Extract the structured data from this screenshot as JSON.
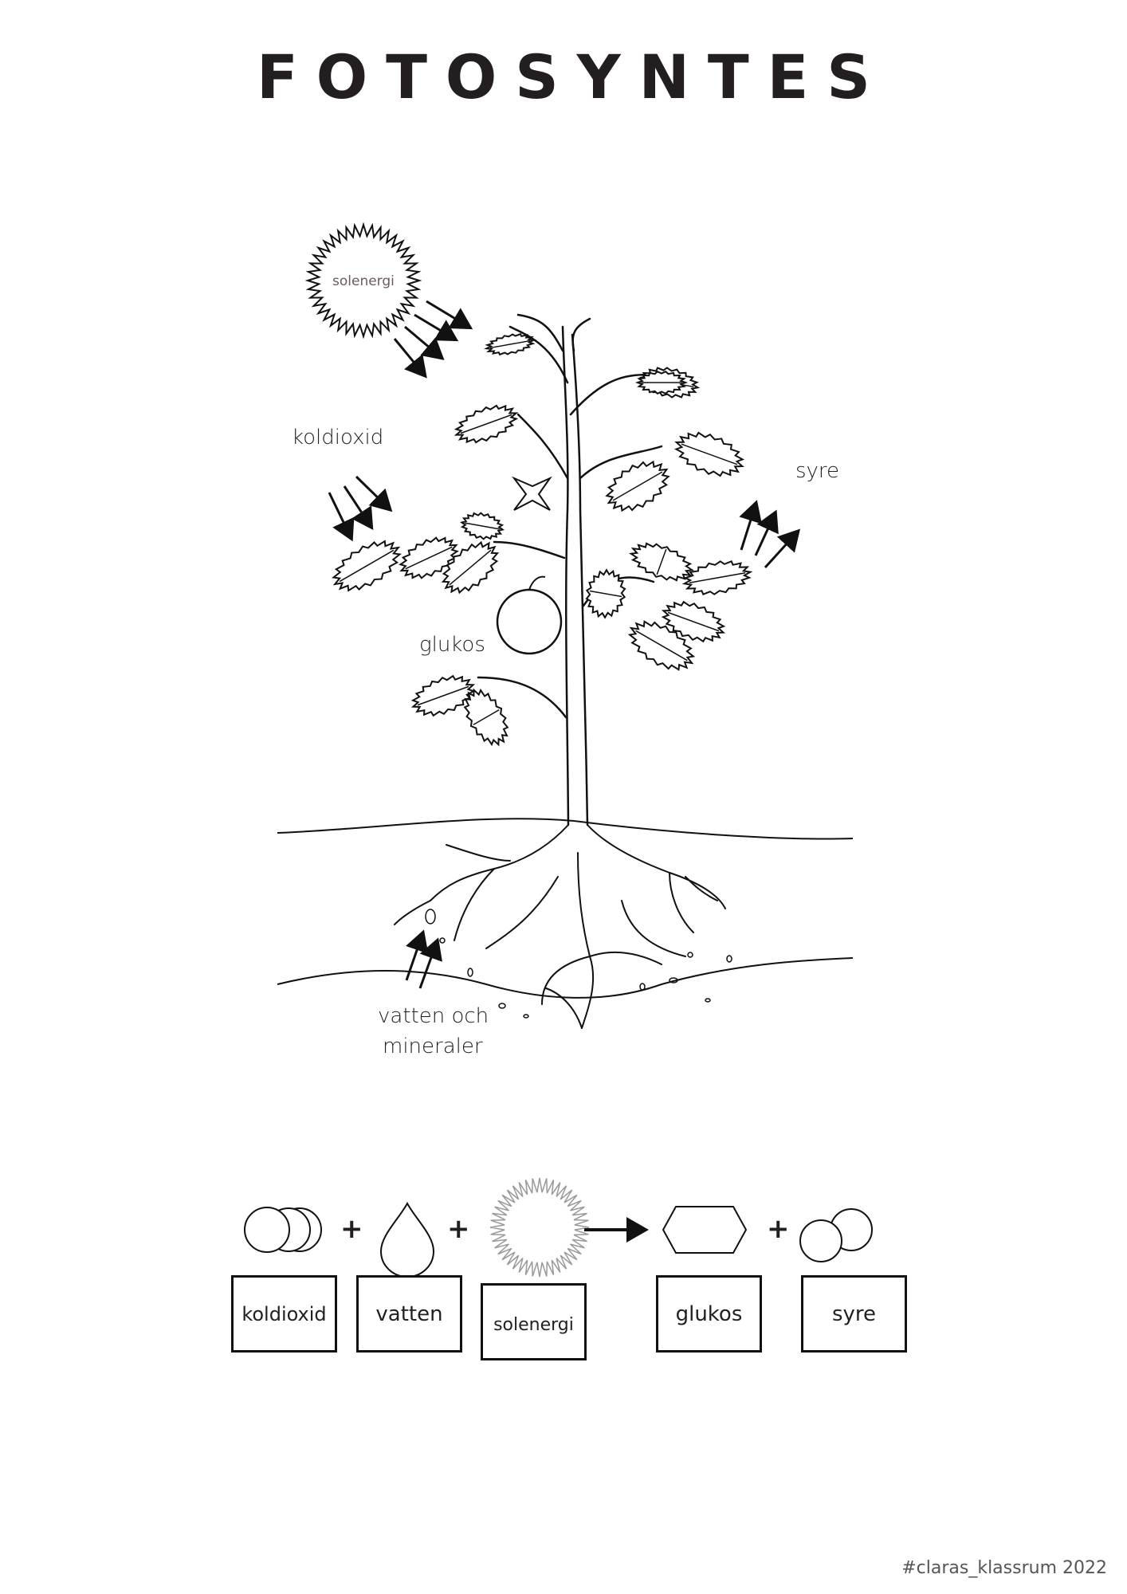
{
  "title": "FOTOSYNTES",
  "diagram_labels": {
    "sun": "solenergi",
    "co2": "koldioxid",
    "oxygen": "syre",
    "glucose": "glukos",
    "water_line1": "vatten och",
    "water_line2": "mineraler"
  },
  "equation": {
    "plus": "+",
    "terms": [
      {
        "label": "koldioxid"
      },
      {
        "label": "vatten"
      },
      {
        "label": "solenergi"
      },
      {
        "label": "glukos"
      },
      {
        "label": "syre"
      }
    ]
  },
  "footer": "#claras_klassrum 2022",
  "colors": {
    "ink": "#231f20",
    "sun_text": "#6a5a66",
    "footer": "#555555"
  }
}
